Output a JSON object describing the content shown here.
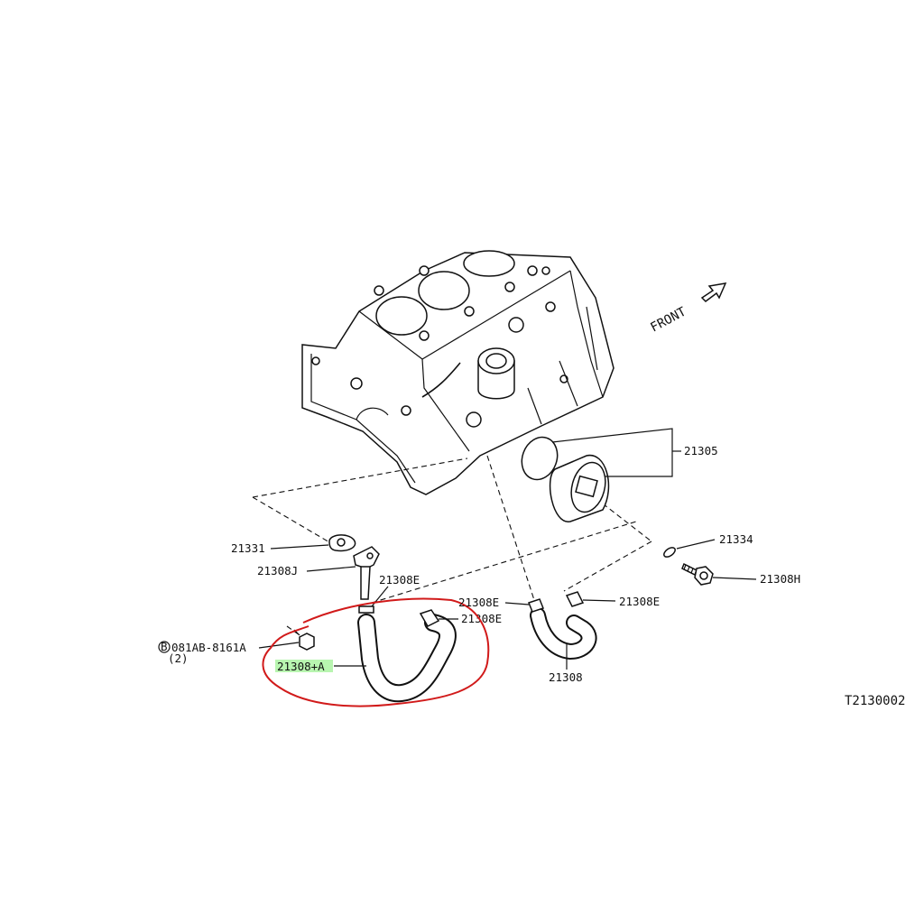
{
  "diagram": {
    "front_label": "FRONT",
    "callouts": {
      "oil_cooler": "21305",
      "seal": "21334",
      "bolt": "21308H",
      "gasket": "21331",
      "connector": "21308J",
      "clamp_upper": "21308E",
      "clamp_mid": "21308E",
      "clamp_lower": "21308E",
      "clamp_right": "21308E",
      "hose_right": "21308",
      "bolt_ref_marker": "B",
      "bolt_ref": "081AB-8161A",
      "bolt_qty": "(2)",
      "hose_highlight": "21308+A"
    },
    "figure_id": "T2130002",
    "colors": {
      "markup_loop": "#d11a1a",
      "label_highlight": "#b8f5b0"
    }
  }
}
